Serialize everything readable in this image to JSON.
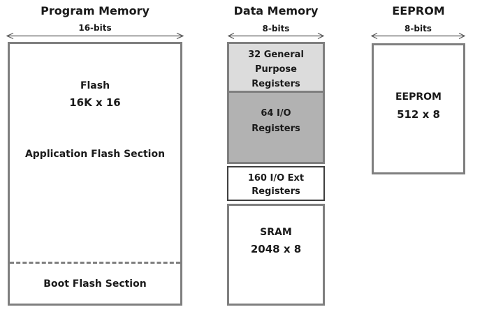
{
  "program_memory": {
    "title": "Program Memory",
    "width_label": "16-bits",
    "flash_label": "Flash",
    "flash_size": "16K x 16",
    "application_section_label": "Application Flash Section",
    "boot_section_label": "Boot Flash Section"
  },
  "data_memory": {
    "title": "Data Memory",
    "width_label": "8-bits",
    "general_purpose_registers": {
      "line1": "32 General",
      "line2": "Purpose",
      "line3": "Registers"
    },
    "io_registers": {
      "line1": "64 I/O",
      "line2": "Registers"
    },
    "io_ext_registers": {
      "line1": "160 I/O Ext",
      "line2": "Registers"
    },
    "sram": {
      "label": "SRAM",
      "size": "2048 x 8"
    }
  },
  "eeprom": {
    "title": "EEPROM",
    "width_label": "8-bits",
    "label": "EEPROM",
    "size": "512 x 8"
  },
  "colors": {
    "background": "#ffffff",
    "box_border": "#7f7f7f",
    "gpr_fill": "#dcdcdc",
    "io_fill": "#b2b2b2",
    "ioext_border": "#3f3f3f",
    "dashed_divider": "#7f7f7f",
    "arrow": "#595959",
    "text": "#1a1a1a"
  }
}
